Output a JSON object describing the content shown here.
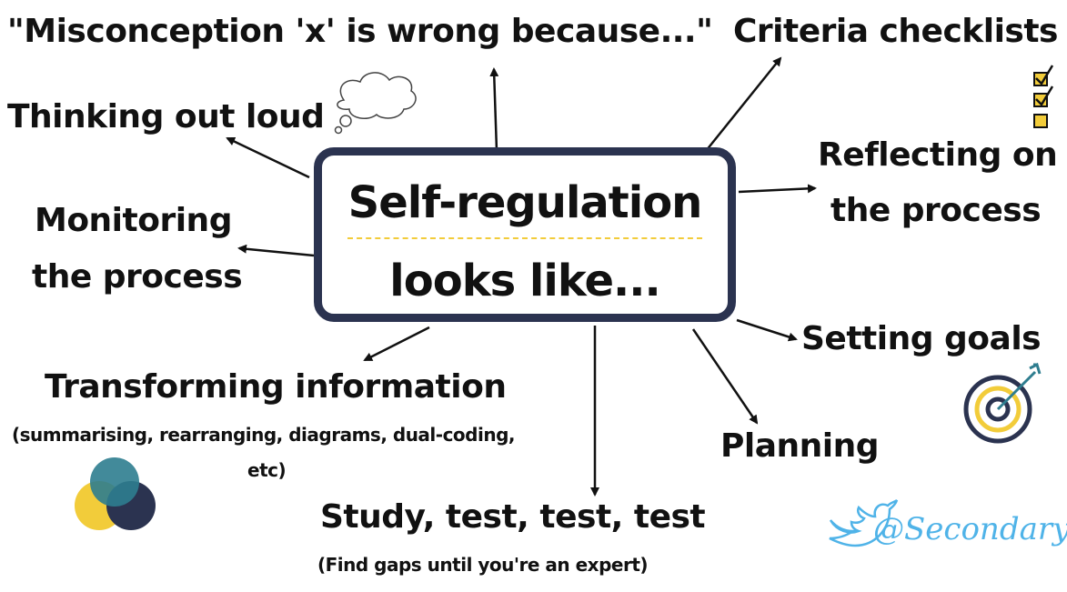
{
  "center": {
    "line1": "Self-regulation",
    "line2": "looks like..."
  },
  "items": {
    "misconception": "\"Misconception 'x' is wrong because...\"",
    "criteria": "Criteria checklists",
    "thinking": "Thinking out loud",
    "reflecting_1": "Reflecting on",
    "reflecting_2": "the process",
    "monitoring_1": "Monitoring",
    "monitoring_2": "the process",
    "setting_goals": "Setting goals",
    "transforming": "Transforming information",
    "transforming_sub_1": "(summarising, rearranging, diagrams, dual-coding,",
    "transforming_sub_2": "etc)",
    "planning": "Planning",
    "study": "Study, test, test, test",
    "study_sub": "(Find gaps until you're an expert)"
  },
  "twitter": {
    "handle": "@SecondaryUK"
  },
  "icons": [
    "thought-cloud-icon",
    "checklist-icon",
    "target-icon",
    "venn-diagram-icon",
    "twitter-bird-icon"
  ],
  "colors": {
    "box_border": "#2b3350",
    "accent_yellow": "#f2cc3a",
    "teal": "#2e7d8f",
    "navy": "#2b3350",
    "twitter_blue": "#4fb3e8"
  }
}
